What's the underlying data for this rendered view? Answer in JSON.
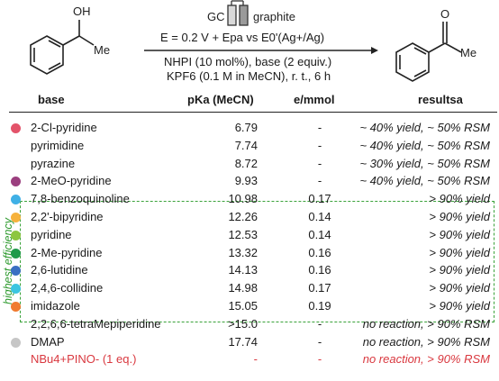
{
  "scheme": {
    "sm_oh": "OH",
    "sm_me": "Me",
    "electrode_left": "GC",
    "electrode_right": "graphite",
    "potential": "E = 0.2 V + Epa vs E0'(Ag+/Ag)",
    "line1": "NHPI (10 mol%), base (2 equiv.)",
    "line2": "KPF6 (0.1 M in MeCN), r. t., 6 h",
    "pr_o": "O",
    "pr_me": "Me"
  },
  "headers": {
    "base": "base",
    "pka": "pKa (MeCN)",
    "e": "e/mmol",
    "results": "resultsa"
  },
  "highlight_label": "highest efficiency",
  "rows": [
    {
      "base": "2-Cl-pyridine",
      "pka": "6.79",
      "e": "-",
      "result": "~ 40% yield, ~ 50% RSM",
      "color": "#e3536a"
    },
    {
      "base": "pyrimidine",
      "pka": "7.74",
      "e": "-",
      "result": "~ 40% yield, ~ 50% RSM",
      "color": ""
    },
    {
      "base": "pyrazine",
      "pka": "8.72",
      "e": "-",
      "result": "~ 30% yield, ~ 50% RSM",
      "color": ""
    },
    {
      "base": "2-MeO-pyridine",
      "pka": "9.93",
      "e": "-",
      "result": "~ 40% yield, ~ 50% RSM",
      "color": "#9b3f7f"
    },
    {
      "base": "7,8-benzoquinoline",
      "pka": "10.98",
      "e": "0.17",
      "result": "> 90% yield",
      "color": "#3fb0e6"
    },
    {
      "base": "2,2'-bipyridine",
      "pka": "12.26",
      "e": "0.14",
      "result": "> 90% yield",
      "color": "#f6b23c"
    },
    {
      "base": "pyridine",
      "pka": "12.53",
      "e": "0.14",
      "result": "> 90% yield",
      "color": "#8dc63f"
    },
    {
      "base": "2-Me-pyridine",
      "pka": "13.32",
      "e": "0.16",
      "result": "> 90% yield",
      "color": "#1f9a4a"
    },
    {
      "base": "2,6-lutidine",
      "pka": "14.13",
      "e": "0.16",
      "result": "> 90% yield",
      "color": "#3a6fc2"
    },
    {
      "base": "2,4,6-collidine",
      "pka": "14.98",
      "e": "0.17",
      "result": "> 90% yield",
      "color": "#3cc5e0"
    },
    {
      "base": "imidazole",
      "pka": "15.05",
      "e": "0.19",
      "result": "> 90% yield",
      "color": "#f07a2f"
    },
    {
      "base": "2,2,6,6-tetraMepiperidine",
      "pka": ">15.0",
      "e": "-",
      "result": "no reaction, > 90% RSM",
      "color": ""
    },
    {
      "base": "DMAP",
      "pka": "17.74",
      "e": "-",
      "result": "no reaction, > 90% RSM",
      "color": "#c6c6c6"
    },
    {
      "base": "NBu4+PINO- (1 eq.)",
      "pka": "-",
      "e": "-",
      "result": "no reaction, > 90% RSM",
      "color": "",
      "red": true
    }
  ]
}
